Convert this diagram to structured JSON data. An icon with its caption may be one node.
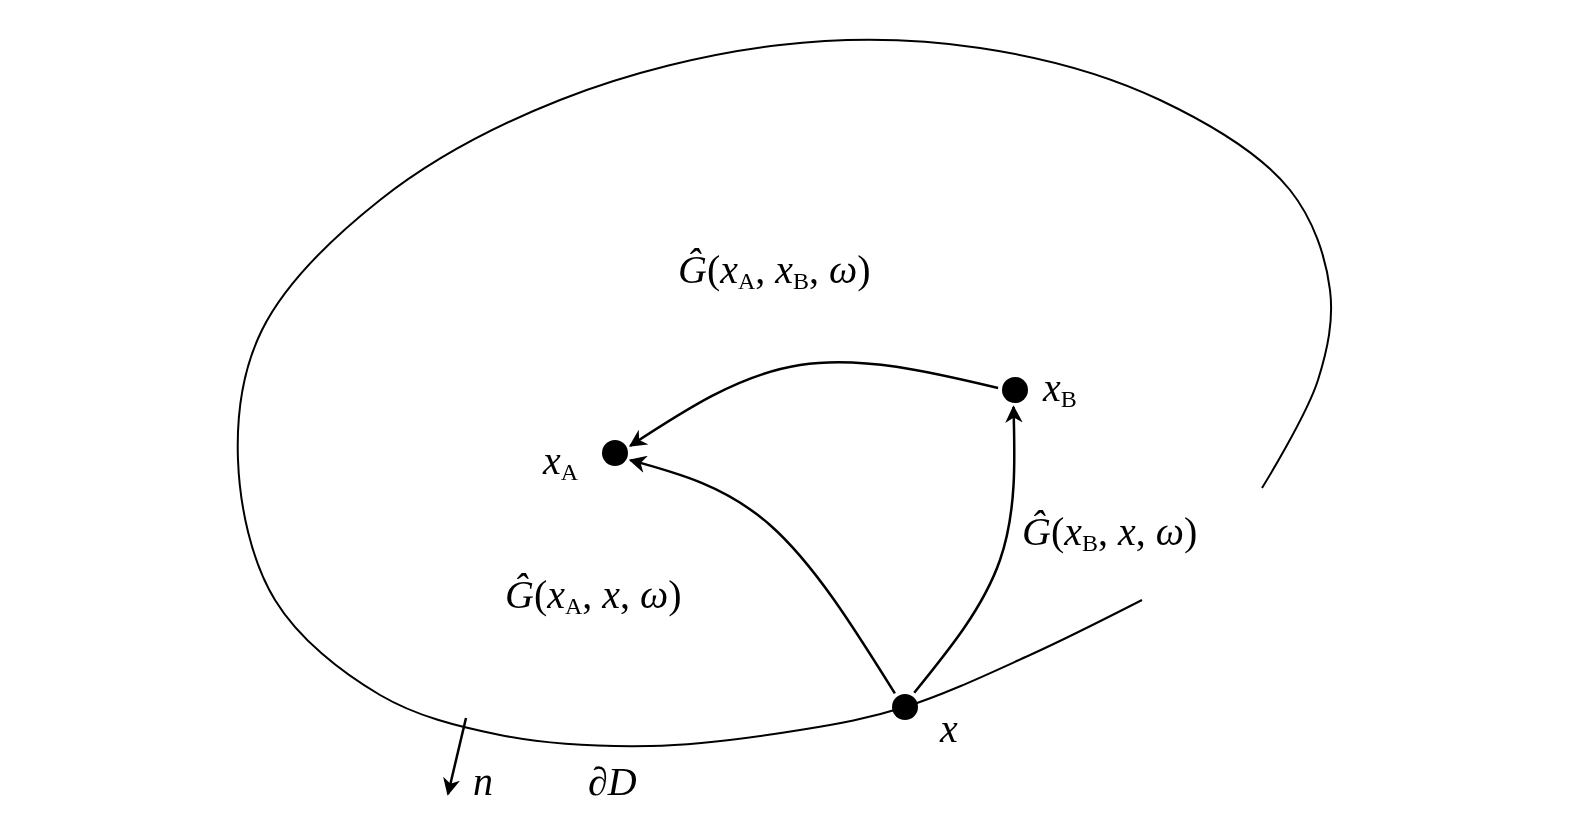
{
  "diagram": {
    "nodes": [
      {
        "text": [
          "*x*$_{A}$"
        ]
      },
      {
        "text": [
          "*x*$_{B}$"
        ]
      },
      {
        "text": [
          "*x*"
        ]
      }
    ],
    "edges": [
      {
        "from": 1,
        "to": 0,
        "arrow": "to",
        "label": "*Ĝ*(*x*$_{A}$, *x*$_{B}$, *ω*)"
      },
      {
        "from": 2,
        "to": 0,
        "arrow": "to",
        "label": "*Ĝ*(*x*$_{A}$, *x*, *ω*)"
      },
      {
        "from": 2,
        "to": 1,
        "arrow": "to",
        "label": "*Ĝ*(*x*$_{B}$, *x*, *ω*)"
      }
    ],
    "labels": [
      "*n*",
      "∂*D*"
    ]
  }
}
